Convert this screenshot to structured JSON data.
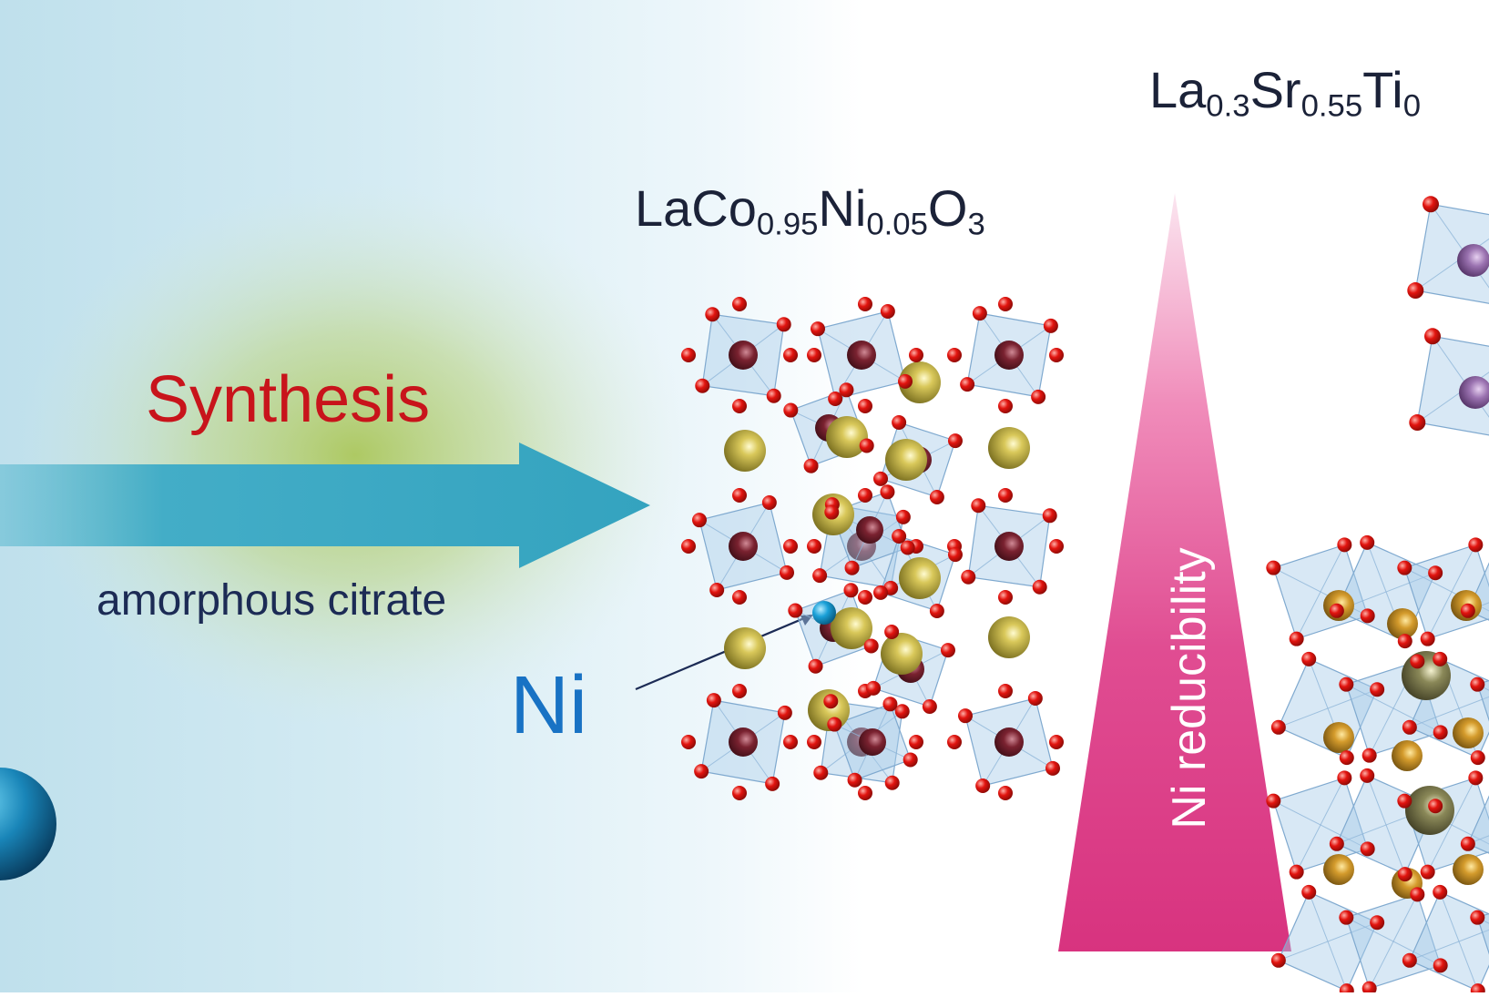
{
  "labels": {
    "formula_1": {
      "main": "LaCo",
      "sub1": "0.95",
      "mid": "Ni",
      "sub2": "0.05",
      "end": "O",
      "sub3": "3"
    },
    "formula_2": {
      "main": "La",
      "sub1": "0.3",
      "mid": "Sr",
      "sub2": "0.55",
      "end": "Ti",
      "sub3": "0"
    },
    "synthesis": "Synthesis",
    "amorphous_citrate": "amorphous citrate",
    "ni": "Ni",
    "ni_reducibility": "Ni reducibility"
  },
  "colors": {
    "synthesis_text": "#c8141b",
    "ni_text": "#1872c4",
    "arrow": "#3aa6c2",
    "reducibility_wedge": "#d83383",
    "la_atom": "#b7a534",
    "co_atom": "#7a2230",
    "o_atom": "#e2140f",
    "ni_atom": "#1aa0d8",
    "sr_atom": "#9a72b0",
    "octahedron": "#a8cde9"
  }
}
